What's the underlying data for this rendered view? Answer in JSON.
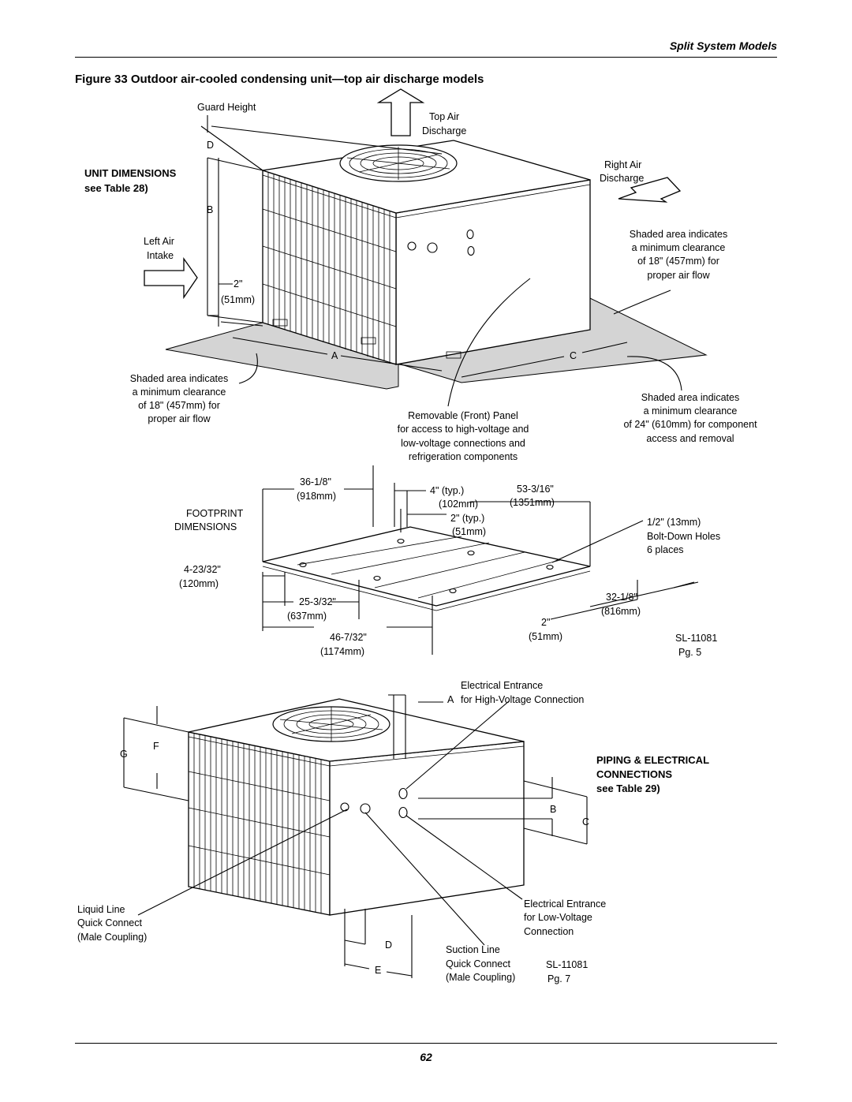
{
  "header": {
    "section": "Split System Models"
  },
  "figure": {
    "title": "Figure 33  Outdoor air-cooled condensing unit—top air discharge models"
  },
  "fig1": {
    "guard_height": "Guard Height",
    "d": "D",
    "b": "B",
    "unit_dims_1": "UNIT DIMENSIONS",
    "unit_dims_2": "see Table 28)",
    "top_air_1": "Top Air",
    "top_air_2": "Discharge",
    "right_air_1": "Right Air",
    "right_air_2": "Discharge",
    "left_air_1": "Left Air",
    "left_air_2": "Intake",
    "two_in": "2\"",
    "fifty_one": "(51mm)",
    "a": "A",
    "c": "C",
    "shaded_r": [
      "Shaded area indicates",
      "a minimum clearance",
      "of 18\" (457mm) for",
      "proper air flow"
    ],
    "shaded_l": [
      "Shaded area indicates",
      "a minimum clearance",
      "of 18\" (457mm) for",
      "proper air flow"
    ],
    "shaded_24": [
      "Shaded area indicates",
      "a minimum clearance",
      "of 24\" (610mm) for component",
      "access and removal"
    ],
    "removable": [
      "Removable (Front) Panel",
      "for access to high-voltage and",
      "low-voltage connections and",
      "refrigeration components"
    ]
  },
  "fig2": {
    "footprint_1": "FOOTPRINT",
    "footprint_2": "DIMENSIONS",
    "d36": "36-1/8\"",
    "d36mm": "(918mm)",
    "d4": "4\" (typ.)",
    "d4mm": "(102mm)",
    "d2typ": "2\" (typ.)",
    "d2typmm": "(51mm)",
    "d53": "53-3/16\"",
    "d53mm": "(1351mm)",
    "holes": [
      "1/2\" (13mm)",
      "Bolt-Down Holes",
      "6 places"
    ],
    "d4_23": "4-23/32\"",
    "d4_23mm": "(120mm)",
    "d25": "25-3/32\"",
    "d25mm": "(637mm)",
    "d46": "46-7/32\"",
    "d46mm": "(1174mm)",
    "d32": "32-1/8\"",
    "d32mm": "(816mm)",
    "d2": "2\"",
    "d2mm": "(51mm)",
    "sl": "SL-11081",
    "pg": "Pg. 5"
  },
  "fig3": {
    "elec_hv": [
      "Electrical Entrance",
      "for High-Voltage Connection"
    ],
    "a": "A",
    "g": "G",
    "f": "F",
    "piping": [
      "PIPING & ELECTRICAL",
      "CONNECTIONS",
      "see Table 29)"
    ],
    "b": "B",
    "c": "C",
    "liquid": [
      "Liquid Line",
      "Quick Connect",
      "(Male Coupling)"
    ],
    "elec_lv": [
      "Electrical Entrance",
      "for Low-Voltage",
      "Connection"
    ],
    "d": "D",
    "e": "E",
    "suction": [
      "Suction Line",
      "Quick Connect",
      "(Male Coupling)"
    ],
    "sl": "SL-11081",
    "pg": "Pg. 7"
  },
  "footer": {
    "page_number": "62"
  }
}
